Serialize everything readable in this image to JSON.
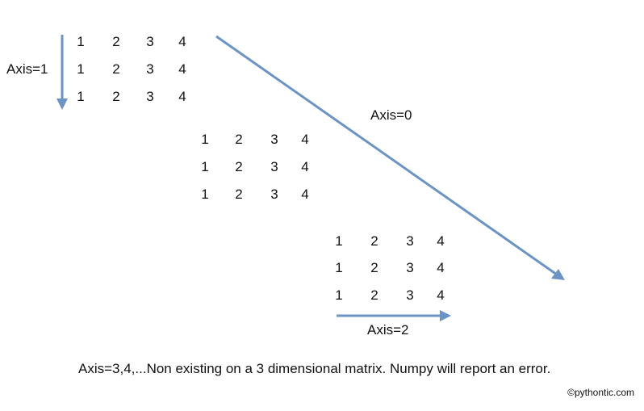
{
  "matrices": [
    {
      "rows": [
        [
          "1",
          "2",
          "3",
          "4"
        ],
        [
          "1",
          "2",
          "3",
          "4"
        ],
        [
          "1",
          "2",
          "3",
          "4"
        ]
      ]
    },
    {
      "rows": [
        [
          "1",
          "2",
          "3",
          "4"
        ],
        [
          "1",
          "2",
          "3",
          "4"
        ],
        [
          "1",
          "2",
          "3",
          "4"
        ]
      ]
    },
    {
      "rows": [
        [
          "1",
          "2",
          "3",
          "4"
        ],
        [
          "1",
          "2",
          "3",
          "4"
        ],
        [
          "1",
          "2",
          "3",
          "4"
        ]
      ]
    }
  ],
  "labels": {
    "axis1": "Axis=1",
    "axis0": "Axis=0",
    "axis2": "Axis=2"
  },
  "note": "Axis=3,4,...Non existing on a 3 dimensional matrix. Numpy will report an error.",
  "copyright": "©pythontic.com",
  "colors": {
    "arrow": "#6b93c4",
    "text": "#111111"
  }
}
